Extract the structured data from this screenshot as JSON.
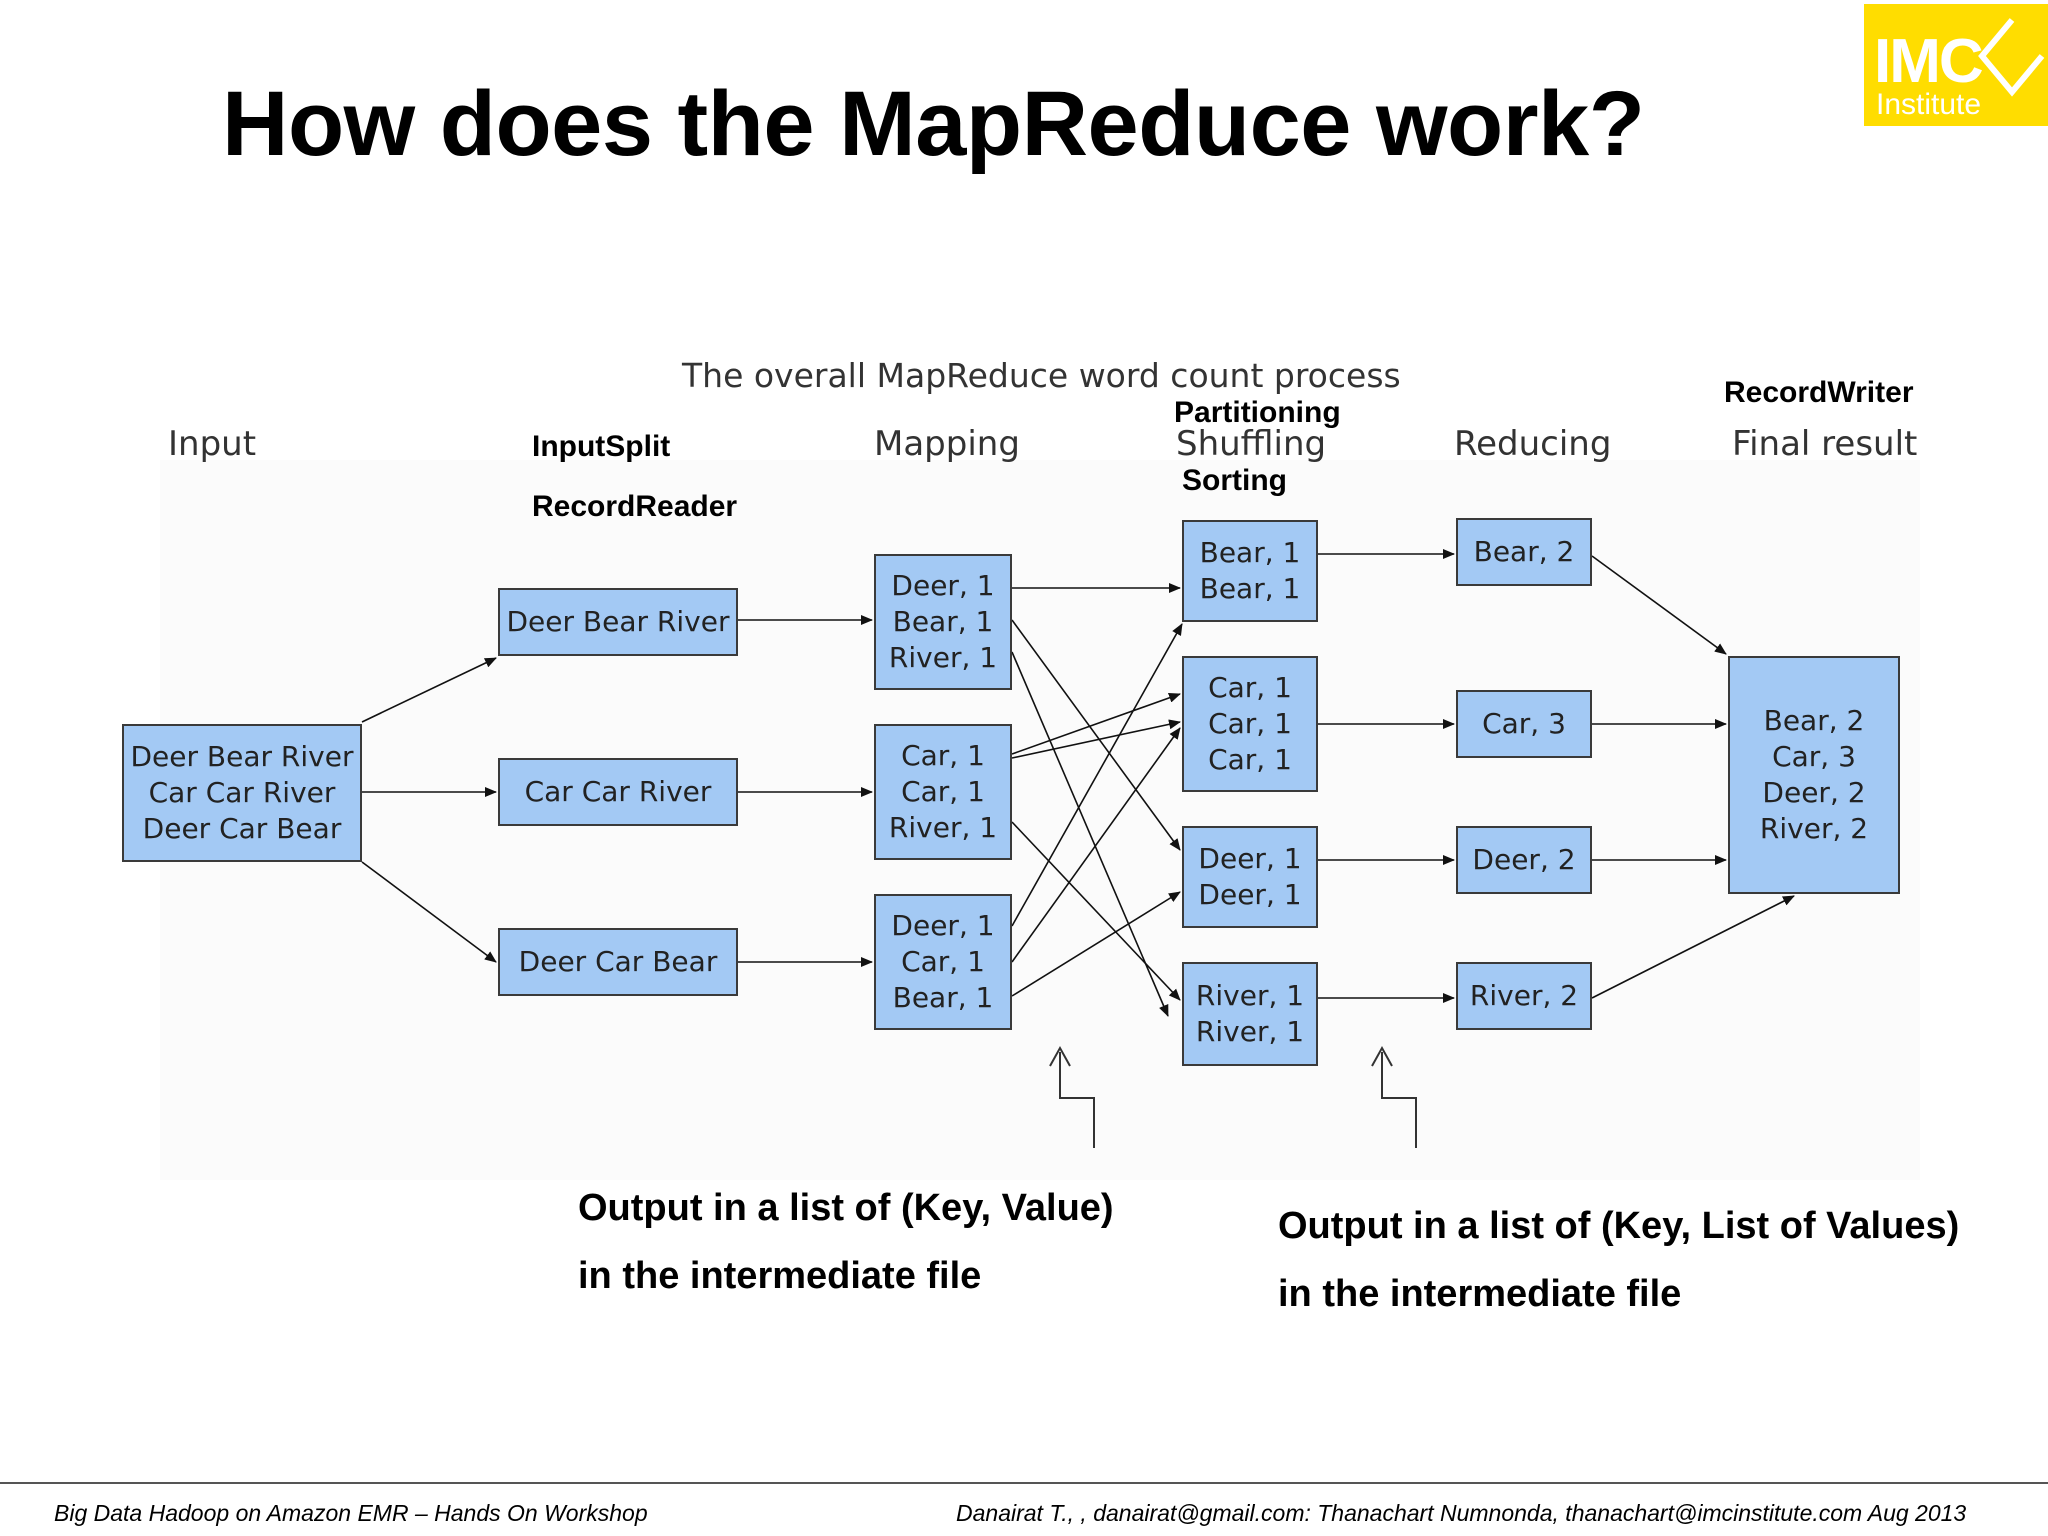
{
  "title": "How does the MapReduce work?",
  "logo": {
    "main": "IMC",
    "sub": "Institute",
    "color": "#ffdd00"
  },
  "diagram": {
    "caption": "The overall MapReduce word count process",
    "stages": {
      "input": "Input",
      "splitting": "InputSplit",
      "mapping": "Mapping",
      "shuffling": "Shuffling",
      "reducing": "Reducing",
      "final": "Final result"
    },
    "overlays": {
      "record_reader": "RecordReader",
      "partitioning": "Partitioning",
      "sorting": "Sorting",
      "record_writer": "RecordWriter"
    },
    "input": [
      "Deer Bear River",
      "Car Car River",
      "Deer Car Bear"
    ],
    "splits": [
      "Deer Bear River",
      "Car Car River",
      "Deer Car Bear"
    ],
    "maps": [
      [
        "Deer, 1",
        "Bear, 1",
        "River, 1"
      ],
      [
        "Car, 1",
        "Car, 1",
        "River, 1"
      ],
      [
        "Deer, 1",
        "Car, 1",
        "Bear, 1"
      ]
    ],
    "shuffles": [
      [
        "Bear, 1",
        "Bear, 1"
      ],
      [
        "Car, 1",
        "Car, 1",
        "Car, 1"
      ],
      [
        "Deer, 1",
        "Deer, 1"
      ],
      [
        "River, 1",
        "River, 1"
      ]
    ],
    "reduces": [
      "Bear, 2",
      "Car, 3",
      "Deer, 2",
      "River, 2"
    ],
    "final": [
      "Bear, 2",
      "Car, 3",
      "Deer, 2",
      "River, 2"
    ],
    "box_color": "#a3c9f4"
  },
  "notes": {
    "map_output": [
      "Output in a list of (Key, Value)",
      "in the intermediate file"
    ],
    "shuffle_output": [
      "Output in a list of (Key, List of Values)",
      "in the intermediate file"
    ]
  },
  "footer": {
    "left": "Big Data Hadoop on Amazon EMR – Hands On Workshop",
    "right": "Danairat T., , danairat@gmail.com:  Thanachart Numnonda,  thanachart@imcinstitute.com   Aug 2013"
  }
}
